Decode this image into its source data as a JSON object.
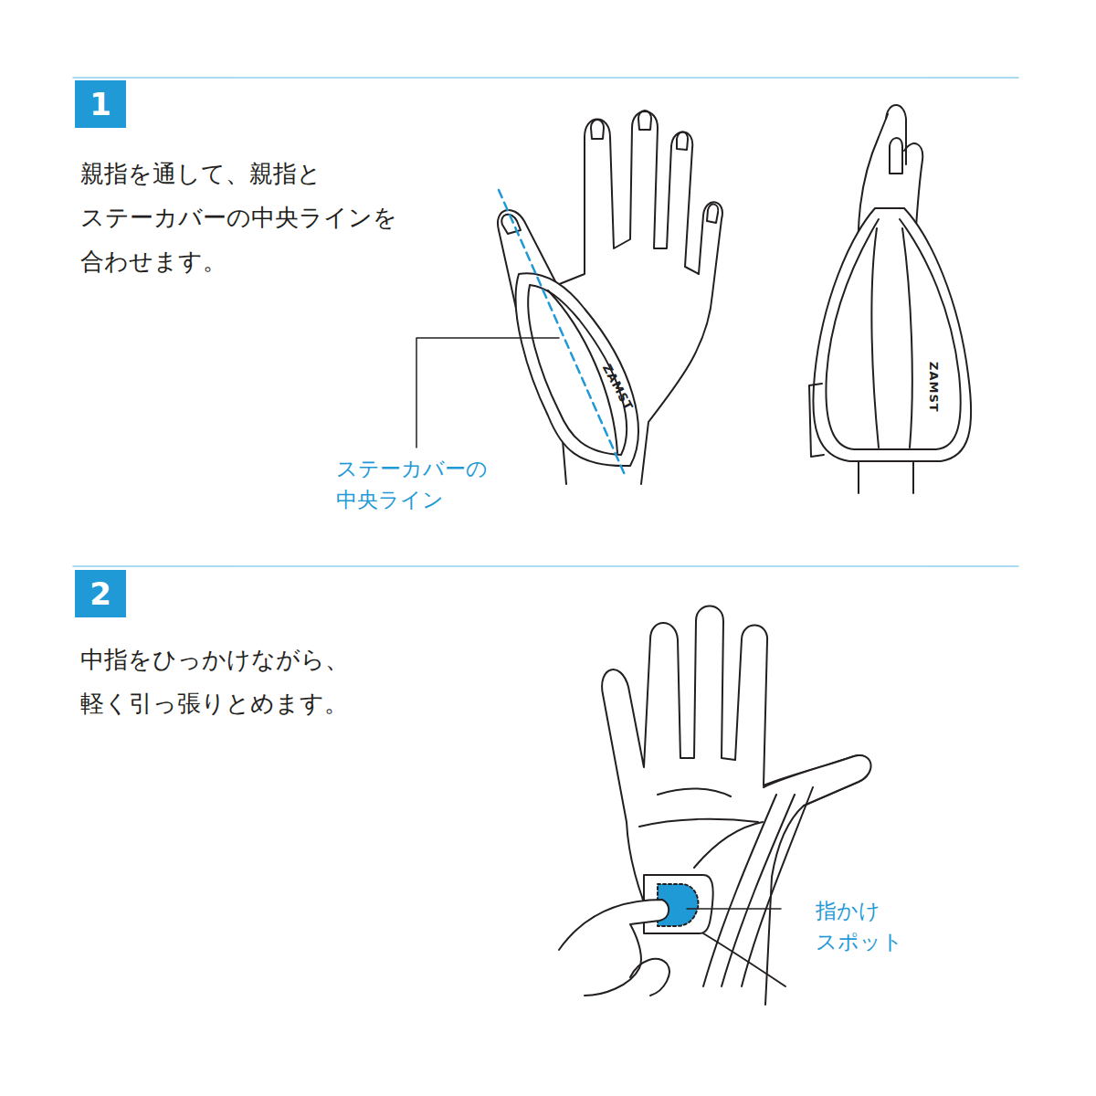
{
  "diagram": {
    "nodes": [
      {
        "text": [
          "1"
        ]
      },
      {
        "text": [
          "2"
        ]
      }
    ],
    "labels": [
      "親指を通して、親指と ステーカバーの中央ラインを 合わせます。",
      "ZAMST",
      "ZAMST",
      "ステーカバーの 中央ライン",
      "中指をひっかけながら、 軽く引っ張りとめます。",
      "指かけ スポット"
    ]
  }
}
